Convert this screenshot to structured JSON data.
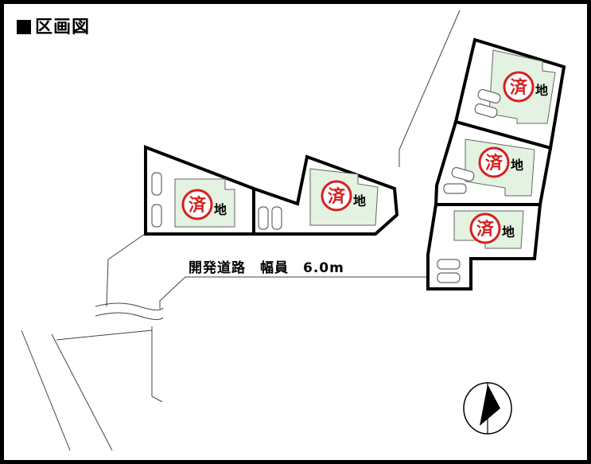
{
  "title": "区画図",
  "road": {
    "label": "開発道路　幅員　6.0m"
  },
  "lots": [
    {
      "id": "lot-1",
      "suffix": "地",
      "stamp": "済"
    },
    {
      "id": "lot-2",
      "suffix": "地",
      "stamp": "済"
    },
    {
      "id": "lot-3",
      "suffix": "地",
      "stamp": "済"
    },
    {
      "id": "lot-4",
      "suffix": "地",
      "stamp": "済"
    },
    {
      "id": "lot-5",
      "suffix": "地",
      "stamp": "済"
    }
  ],
  "icons": {
    "compass": "north-arrow-icon",
    "car": "car-icon",
    "stamp": "sold-stamp-icon"
  },
  "colors": {
    "house_fill": "#e4f2e1",
    "stamp": "#d62020",
    "frame": "#000000"
  }
}
